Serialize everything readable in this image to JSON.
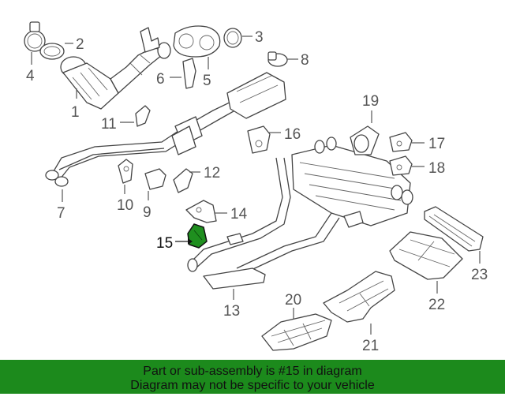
{
  "callouts": {
    "c1": "1",
    "c2": "2",
    "c3": "3",
    "c4": "4",
    "c5": "5",
    "c6": "6",
    "c7": "7",
    "c8": "8",
    "c9": "9",
    "c10": "10",
    "c11": "11",
    "c12": "12",
    "c13": "13",
    "c14": "14",
    "c15": "15",
    "c16": "16",
    "c17": "17",
    "c18": "18",
    "c19": "19",
    "c20": "20",
    "c21": "21",
    "c22": "22",
    "c23": "23"
  },
  "highlight": {
    "part": "15",
    "color": "#1f8f1f"
  },
  "banner": {
    "line1": "Part or sub-assembly is #15 in diagram",
    "line2": "Diagram may not be specific to your vehicle",
    "color": "#1c8a1c"
  }
}
